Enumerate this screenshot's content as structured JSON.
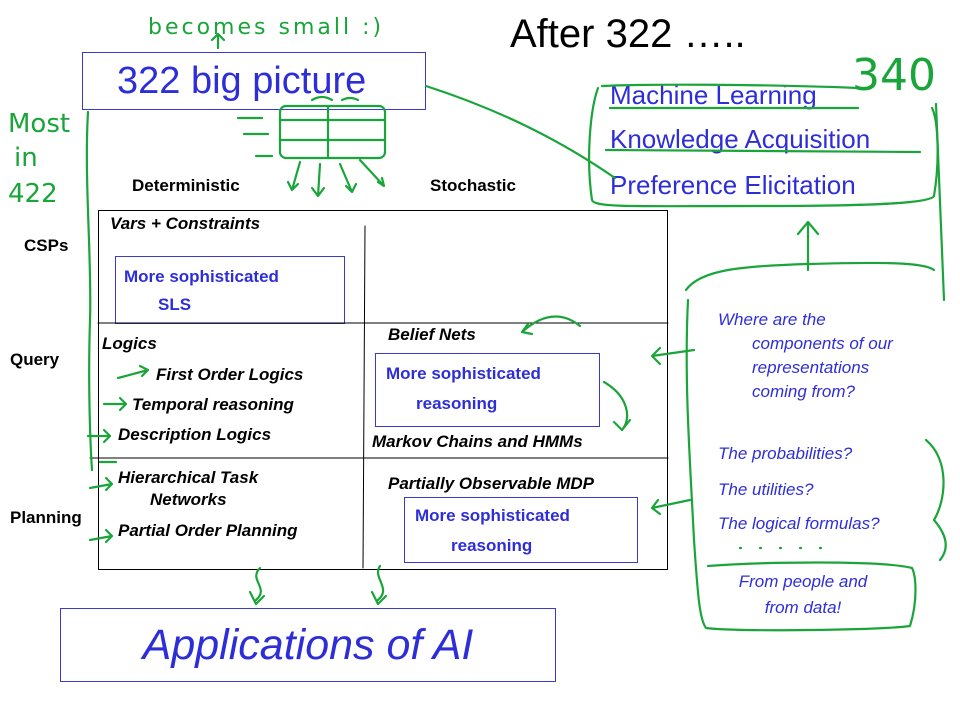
{
  "title": "After 322 …..",
  "big_picture_label": "322 big picture",
  "annotations": {
    "becomes_small": "becomes small :)",
    "most_in_422": [
      "Most",
      "in",
      "422"
    ],
    "course_340": "340"
  },
  "related_topics": [
    "Machine Learning",
    "Knowledge Acquisition",
    "Preference Elicitation"
  ],
  "grid": {
    "col_headers": [
      "Deterministic",
      "Stochastic"
    ],
    "row_headers": [
      "CSPs",
      "Query",
      "Planning"
    ],
    "csps": {
      "title": "Vars + Constraints",
      "box_line1": "More sophisticated",
      "box_line2": "SLS"
    },
    "query_det": {
      "title": "Logics",
      "items": [
        "First Order Logics",
        "Temporal reasoning",
        "Description Logics"
      ]
    },
    "query_stoch": {
      "title": "Belief Nets",
      "box_line1": "More sophisticated",
      "box_line2": "reasoning",
      "footer": "Markov Chains and HMMs"
    },
    "planning_det": {
      "title_line1": "Hierarchical  Task",
      "title_line2": "Networks",
      "item": "Partial Order Planning"
    },
    "planning_stoch": {
      "title": "Partially Observable MDP",
      "box_line1": "More sophisticated",
      "box_line2": "reasoning"
    }
  },
  "applications_label": "Applications of AI",
  "right_questions": {
    "main": [
      "Where are the",
      "components of our",
      "representations",
      "coming from?"
    ],
    "items": [
      "The probabilities?",
      "The utilities?",
      "The logical formulas?"
    ],
    "answer": [
      "From people and",
      "from data!"
    ]
  },
  "colors": {
    "ink_blue": "#2e2ed8",
    "ink_green": "#1aa53a"
  }
}
